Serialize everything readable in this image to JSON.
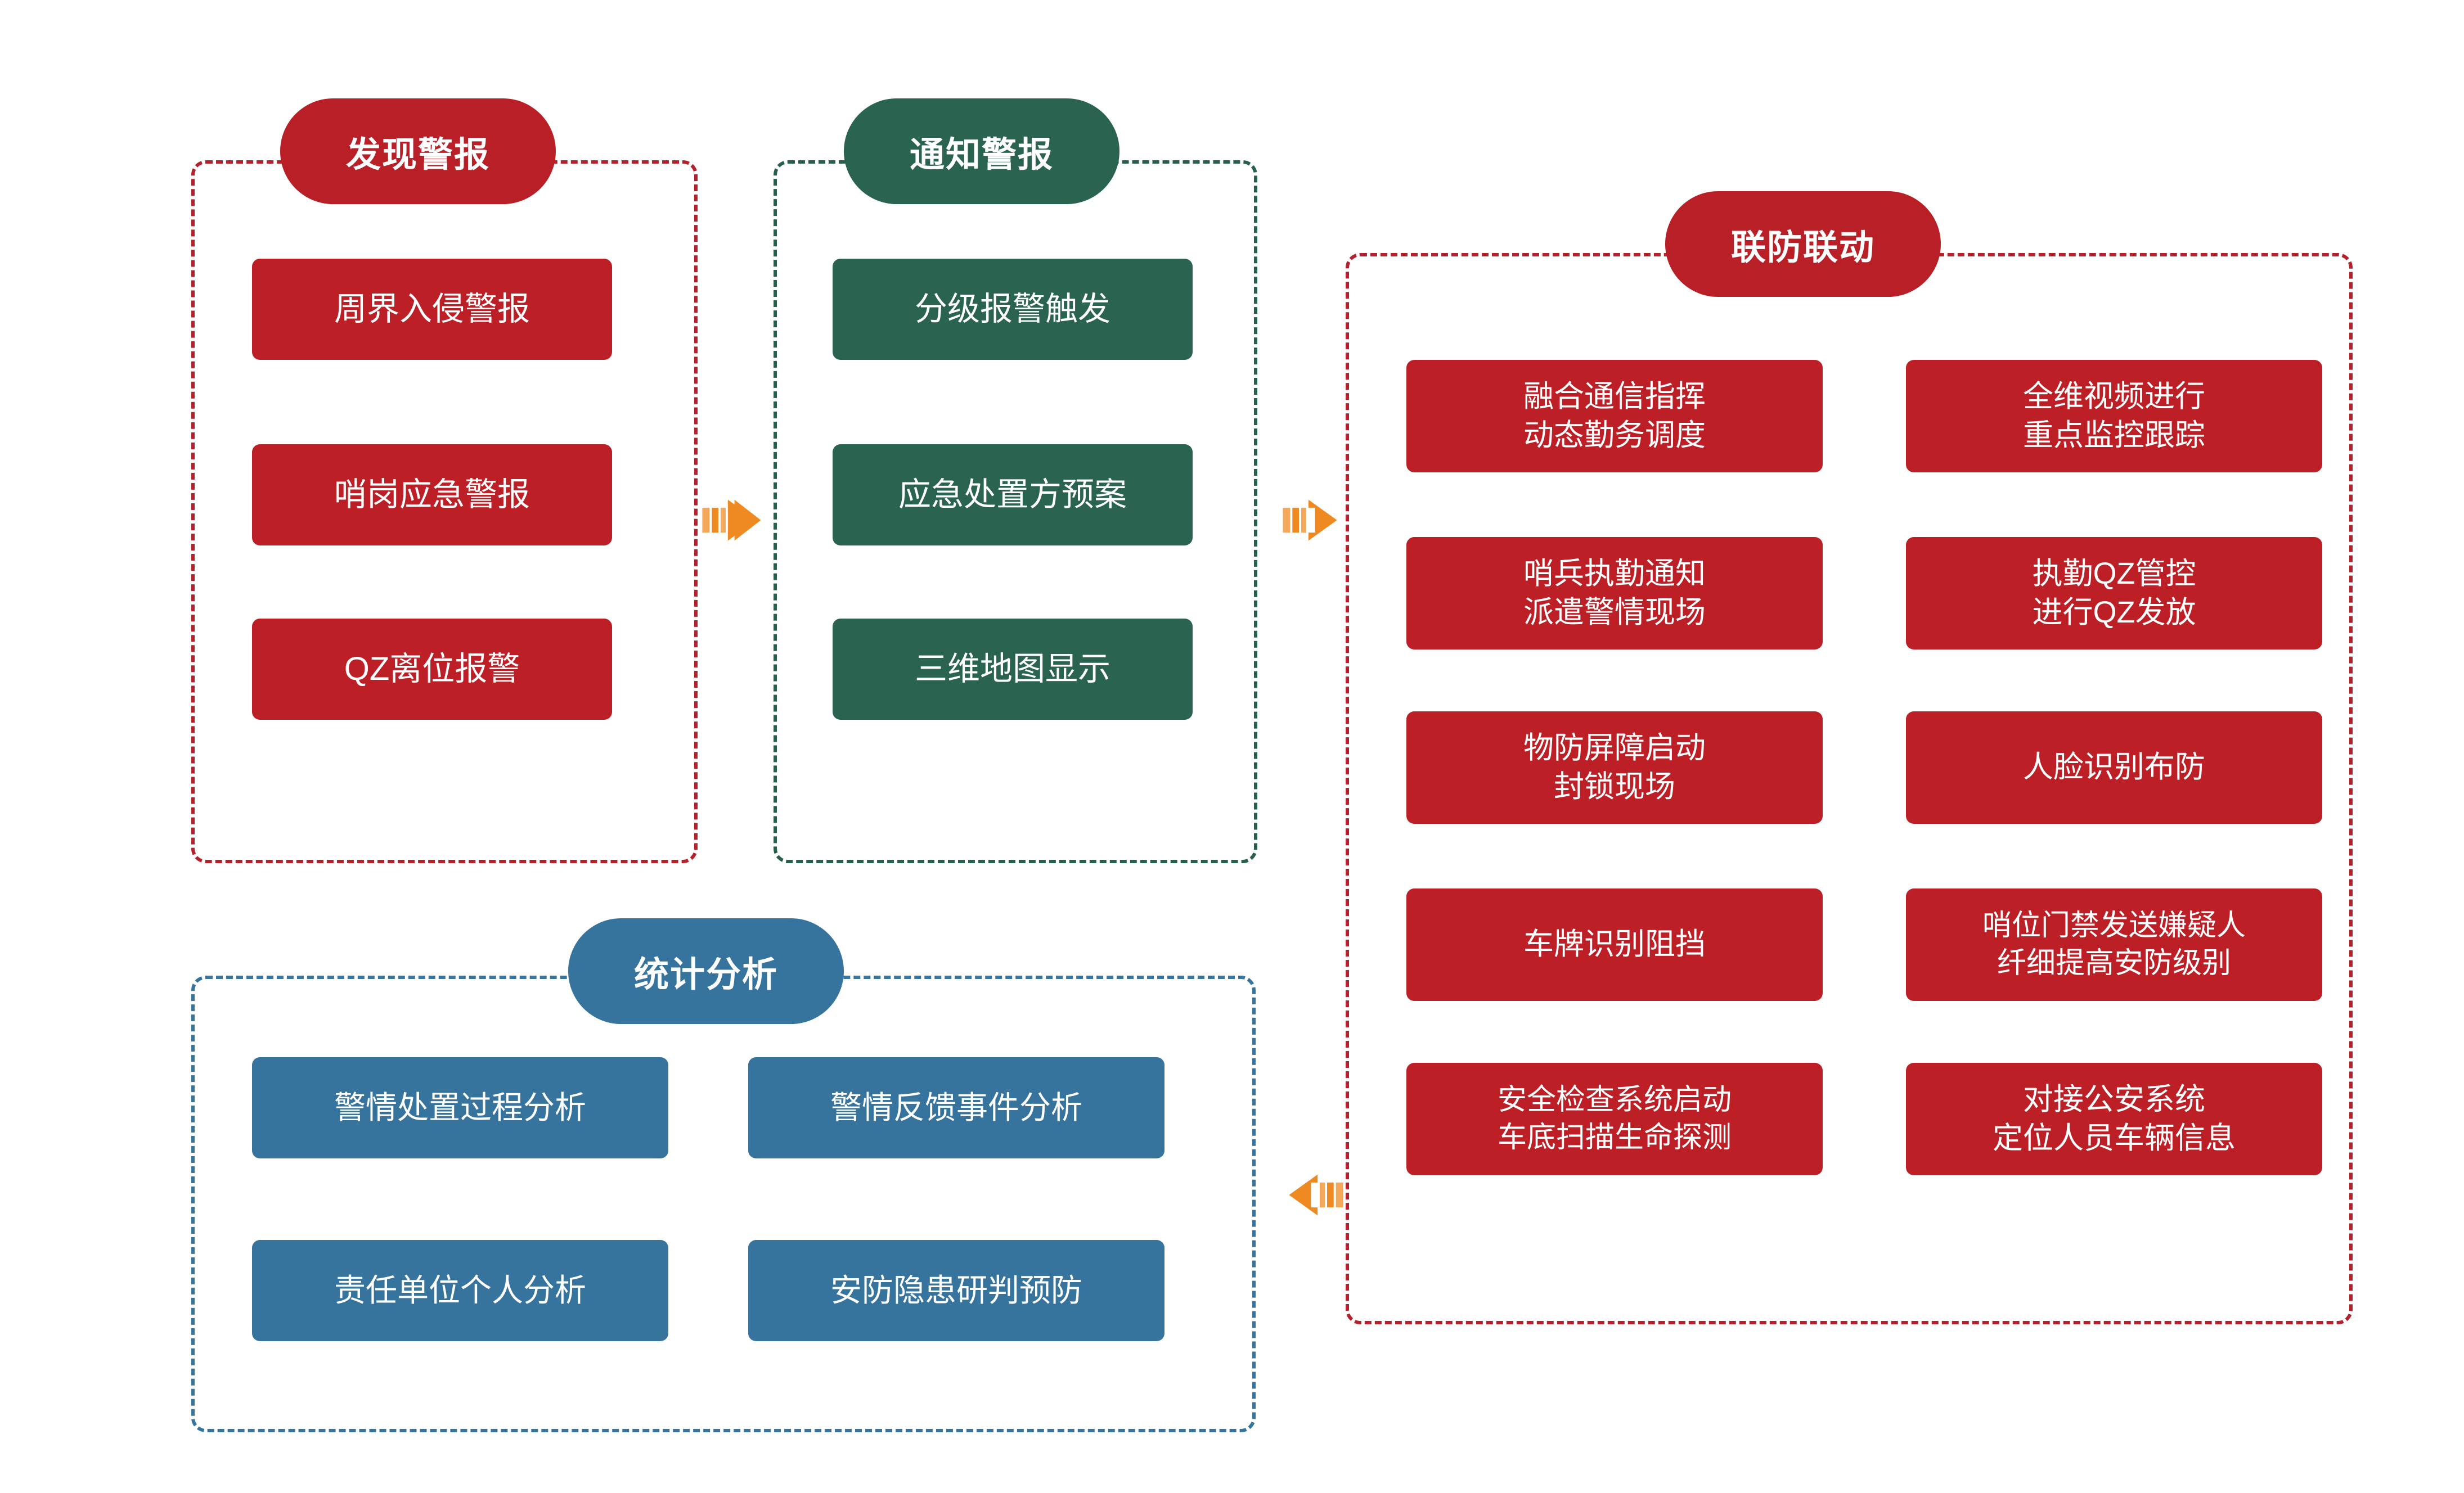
{
  "panels": [
    {
      "id": "discover",
      "title": "发现警报",
      "color": "#BC2026",
      "border_color": "#B4202B",
      "items": [
        "周界入侵警报",
        "哨岗应急警报",
        "QZ离位报警"
      ]
    },
    {
      "id": "notify",
      "title": "通知警报",
      "color": "#2A6350",
      "border_color": "#265F4B",
      "items": [
        "分级报警触发",
        "应急处置方预案",
        "三维地图显示"
      ]
    },
    {
      "id": "joint",
      "title": "联防联动",
      "color": "#BC2026",
      "border_color": "#B4202B",
      "items": [
        "融合通信指挥\n动态勤务调度",
        "全维视频进行\n重点监控跟踪",
        "哨兵执勤通知\n派遣警情现场",
        "执勤QZ管控\n进行QZ发放",
        "物防屏障启动\n封锁现场",
        "人脸识别布防",
        "车牌识别阻挡",
        "哨位门禁发送嫌疑人\n纤细提高安防级别",
        "安全检查系统启动\n车底扫描生命探测",
        "对接公安系统\n定位人员车辆信息"
      ]
    },
    {
      "id": "stats",
      "title": "统计分析",
      "color": "#36749E",
      "border_color": "#36749E",
      "items": [
        "警情处置过程分析",
        "警情反馈事件分析",
        "责任单位个人分析",
        "安防隐患研判预防"
      ]
    }
  ],
  "arrows": [
    {
      "name": "arrow-discover-to-notify",
      "direction": "right",
      "color": "#EF8A22"
    },
    {
      "name": "arrow-notify-to-joint",
      "direction": "right",
      "color": "#EF8A22"
    },
    {
      "name": "arrow-joint-to-stats",
      "direction": "left",
      "color": "#EF8A22"
    }
  ]
}
